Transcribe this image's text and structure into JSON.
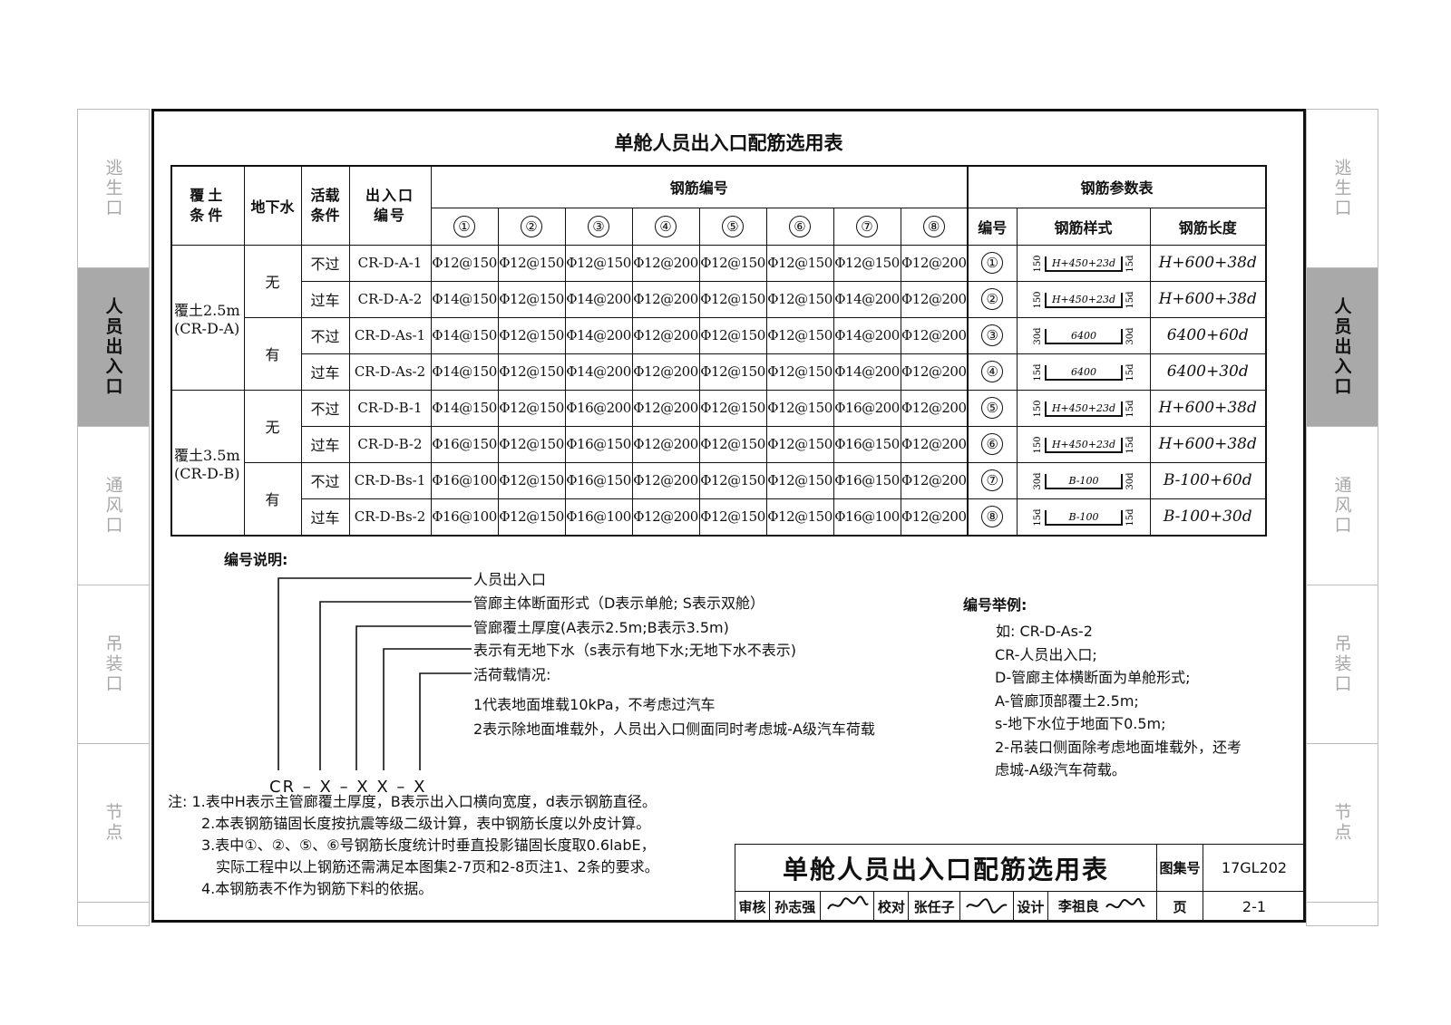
{
  "side_tabs": [
    "逃生口",
    "人员出入口",
    "通风口",
    "吊装口",
    "节点"
  ],
  "active_tab_index": 1,
  "title": "单舱人员出入口配筋选用表",
  "table": {
    "h_cover": "覆土条件",
    "h_ground": "地下水",
    "h_live": "活载条件",
    "h_code": "出入口编号",
    "h_rebar_no": "钢筋编号",
    "h_params": "钢筋参数表",
    "h_num": "编号",
    "h_style": "钢筋样式",
    "h_len": "钢筋长度",
    "circles": [
      "①",
      "②",
      "③",
      "④",
      "⑤",
      "⑥",
      "⑦",
      "⑧"
    ],
    "cover_groups": [
      {
        "label1": "覆土2.5m",
        "label2": "(CR-D-A)"
      },
      {
        "label1": "覆土3.5m",
        "label2": "(CR-D-B)"
      }
    ],
    "ground": [
      "无",
      "有",
      "无",
      "有"
    ],
    "rows": [
      {
        "live": "不过",
        "code": "CR-D-A-1",
        "bars": [
          "Φ12@150",
          "Φ12@150",
          "Φ12@150",
          "Φ12@200",
          "Φ12@150",
          "Φ12@150",
          "Φ12@150",
          "Φ12@200"
        ]
      },
      {
        "live": "过车",
        "code": "CR-D-A-2",
        "bars": [
          "Φ14@150",
          "Φ12@150",
          "Φ14@200",
          "Φ12@200",
          "Φ12@150",
          "Φ12@150",
          "Φ14@200",
          "Φ12@200"
        ]
      },
      {
        "live": "不过",
        "code": "CR-D-As-1",
        "bars": [
          "Φ14@150",
          "Φ12@150",
          "Φ14@200",
          "Φ12@200",
          "Φ12@150",
          "Φ12@150",
          "Φ14@200",
          "Φ12@200"
        ]
      },
      {
        "live": "过车",
        "code": "CR-D-As-2",
        "bars": [
          "Φ14@150",
          "Φ12@150",
          "Φ14@200",
          "Φ12@200",
          "Φ12@150",
          "Φ12@150",
          "Φ14@200",
          "Φ12@200"
        ]
      },
      {
        "live": "不过",
        "code": "CR-D-B-1",
        "bars": [
          "Φ14@150",
          "Φ12@150",
          "Φ16@200",
          "Φ12@200",
          "Φ12@150",
          "Φ12@150",
          "Φ16@200",
          "Φ12@200"
        ]
      },
      {
        "live": "过车",
        "code": "CR-D-B-2",
        "bars": [
          "Φ16@150",
          "Φ12@150",
          "Φ16@150",
          "Φ12@200",
          "Φ12@150",
          "Φ12@150",
          "Φ16@150",
          "Φ12@200"
        ]
      },
      {
        "live": "不过",
        "code": "CR-D-Bs-1",
        "bars": [
          "Φ16@100",
          "Φ12@150",
          "Φ16@150",
          "Φ12@200",
          "Φ12@150",
          "Φ12@150",
          "Φ16@150",
          "Φ12@200"
        ]
      },
      {
        "live": "过车",
        "code": "CR-D-Bs-2",
        "bars": [
          "Φ16@100",
          "Φ12@150",
          "Φ16@100",
          "Φ12@200",
          "Φ12@150",
          "Φ12@150",
          "Φ16@100",
          "Φ12@200"
        ]
      }
    ],
    "params": [
      {
        "num": "①",
        "top": "H+450+23d",
        "left": "150",
        "right": "15d",
        "length": "H+600+38d"
      },
      {
        "num": "②",
        "top": "H+450+23d",
        "left": "150",
        "right": "15d",
        "length": "H+600+38d"
      },
      {
        "num": "③",
        "top": "6400",
        "left": "30d",
        "right": "30d",
        "length": "6400+60d"
      },
      {
        "num": "④",
        "top": "6400",
        "left": "15d",
        "right": "15d",
        "length": "6400+30d"
      },
      {
        "num": "⑤",
        "top": "H+450+23d",
        "left": "150",
        "right": "15d",
        "length": "H+600+38d"
      },
      {
        "num": "⑥",
        "top": "H+450+23d",
        "left": "150",
        "right": "15d",
        "length": "H+600+38d"
      },
      {
        "num": "⑦",
        "top": "B-100",
        "left": "30d",
        "right": "30d",
        "length": "B-100+60d"
      },
      {
        "num": "⑧",
        "top": "B-100",
        "left": "15d",
        "right": "15d",
        "length": "B-100+30d"
      }
    ]
  },
  "code_explain": {
    "heading": "编号说明:",
    "items": [
      "人员出入口",
      "管廊主体断面形式（D表示单舱; S表示双舱）",
      "管廊覆土厚度(A表示2.5m;B表示3.5m)",
      "表示有无地下水（s表示有地下水;无地下水不表示)",
      "活荷载情况:"
    ],
    "live_1": "1代表地面堆载10kPa，不考虑过汽车",
    "live_2": "2表示除地面堆载外，人员出入口侧面同时考虑城-A级汽车荷载",
    "pattern": "CR – X – X X – X"
  },
  "example": {
    "heading": "编号举例:",
    "lines": [
      "如: CR-D-As-2",
      "CR-人员出入口;",
      "D-管廊主体横断面为单舱形式;",
      "A-管廊顶部覆土2.5m;",
      "s-地下水位于地面下0.5m;",
      "2-吊装口侧面除考虑地面堆载外，还考",
      "虑城-A级汽车荷载。"
    ]
  },
  "notes": [
    "注: 1.表中H表示主管廊覆土厚度，B表示出入口横向宽度，d表示钢筋直径。",
    "2.本表钢筋锚固长度按抗震等级二级计算，表中钢筋长度以外皮计算。",
    "3.表中①、②、⑤、⑥号钢筋长度统计时垂直投影锚固长度取0.6labE，",
    "实际工程中以上钢筋还需满足本图集2-7页和2-8页注1、2条的要求。",
    "4.本钢筋表不作为钢筋下料的依据。"
  ],
  "title_block": {
    "title": "单舱人员出入口配筋选用表",
    "atlas_label": "图集号",
    "atlas_no": "17GL202",
    "review_label": "审核",
    "reviewer": "孙志强",
    "check_label": "校对",
    "checker": "张任子",
    "design_label": "设计",
    "designer": "李祖良",
    "page_label": "页",
    "page_no": "2-1"
  }
}
